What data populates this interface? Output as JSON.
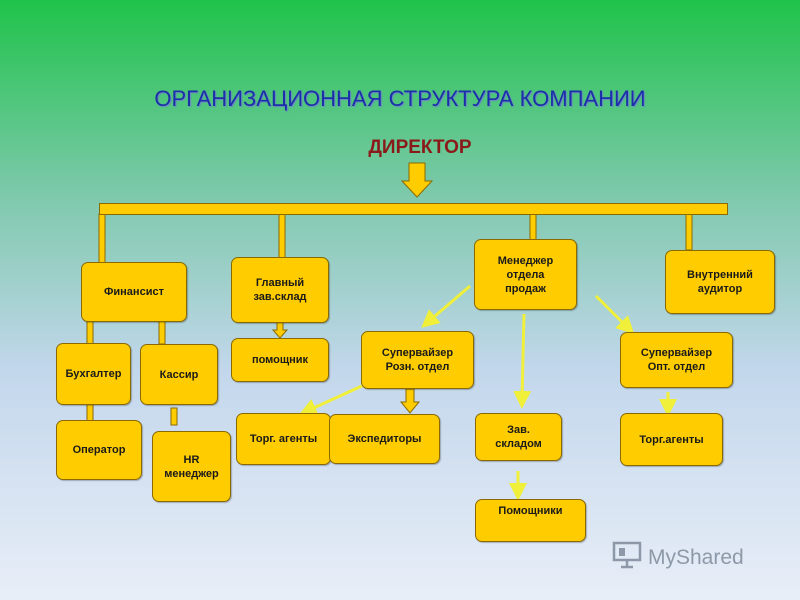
{
  "title": "ОРГАНИЗАЦИОННАЯ СТРУКТУРА  КОМПАНИИ",
  "director": "ДИРЕКТОР",
  "nodes": {
    "financier": "Финансист",
    "chief_warehouse": "Главный\nзав.склад",
    "sales_manager": "Менеджер\nотдела\nпродаж",
    "internal_auditor": "Внутренний\nаудитор",
    "accountant": "Бухгалтер",
    "cashier": "Кассир",
    "operator": "Оператор",
    "hr_manager": "HR\nменеджер",
    "assistant": "помощник",
    "retail_supervisor": "Супервайзер\nРозн. отдел",
    "trade_agents": "Торг. агенты",
    "forwarders": "Экспедиторы",
    "warehouse_head": "Зав.\nскладом",
    "helpers": "Помощники",
    "wholesale_supervisor": "Супервайзер\nОпт. отдел",
    "trade_agents_wholesale": "Торг.агенты"
  },
  "logo": {
    "text": "MyShared",
    "icon": "presentation-board-icon"
  },
  "colors": {
    "box": "#ffcc00",
    "title": "#1b2fa8",
    "director": "#8a1a1a"
  }
}
